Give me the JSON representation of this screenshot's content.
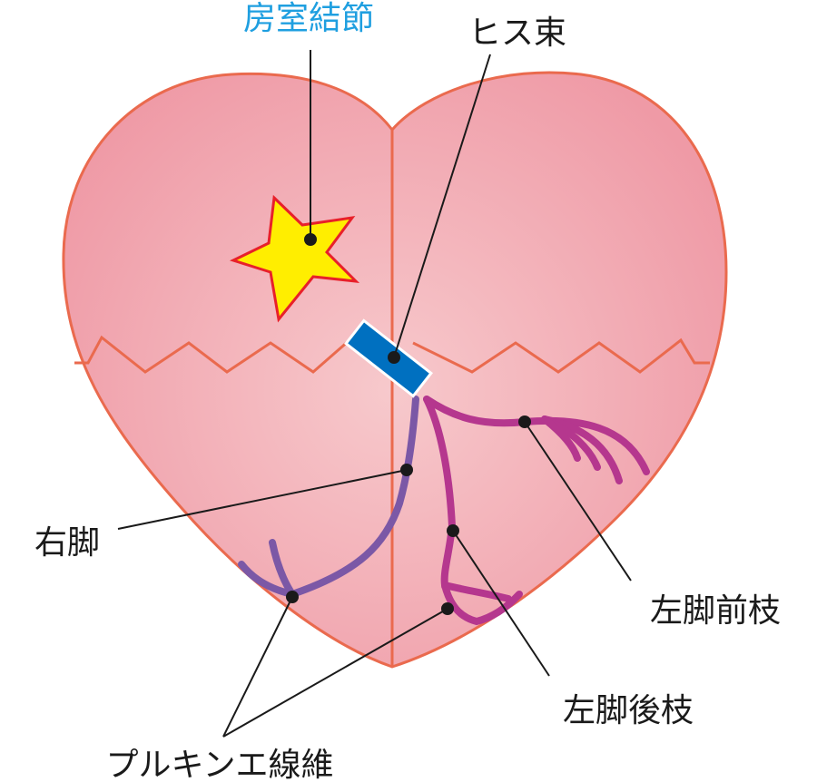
{
  "labels": {
    "av_node": "房室結節",
    "his_bundle": "ヒス束",
    "right_bundle_branch": "右脚",
    "left_anterior_fascicle": "左脚前枝",
    "left_posterior_fascicle": "左脚後枝",
    "purkinje_fibers": "プルキンエ線維"
  },
  "colors": {
    "heart_fill_center": "#f7c9cc",
    "heart_fill_edge": "#ef9aa6",
    "heart_outline": "#ea6a4e",
    "av_node_label": "#1f9fe0",
    "star_fill": "#ffee00",
    "star_outline": "#e8202a",
    "his_bundle_fill": "#0070c0",
    "right_branch": "#7b58a6",
    "left_branch": "#b5378e",
    "leader_line": "#1a1a1a",
    "label_text": "#1a1a1a"
  },
  "icons": {
    "av_node_marker": "star-icon"
  }
}
